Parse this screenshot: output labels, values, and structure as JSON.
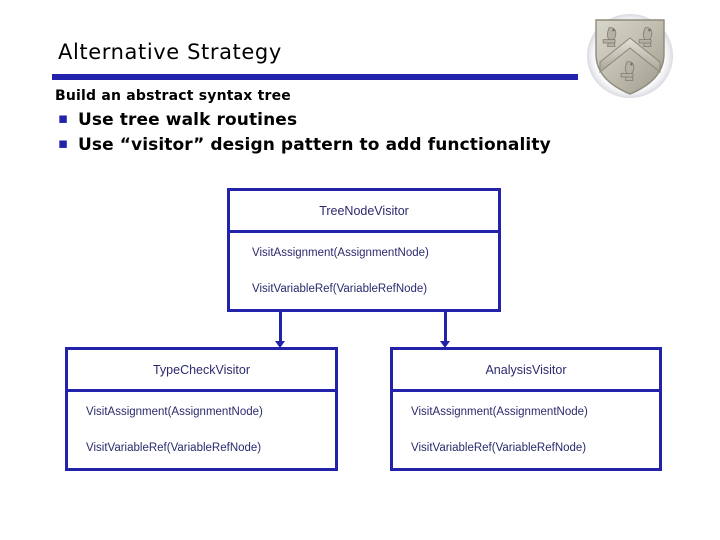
{
  "slide": {
    "title": "Alternative Strategy",
    "lead": "Build an abstract syntax tree",
    "bullets": [
      {
        "mark": "▪",
        "text": "Use tree walk routines"
      },
      {
        "mark": "▪",
        "text": "Use “visitor” design pattern to add functionality"
      }
    ],
    "accent_color": "#2222aa",
    "text_color": "#000000",
    "diagram_text_color": "#2a2a6e",
    "crest": {
      "name": "university-crest-icon",
      "description": "Stone shield with chevron and three owls"
    }
  },
  "diagram": {
    "type": "uml-class-diagram",
    "boxes": [
      {
        "id": "base",
        "title": "TreeNodeVisitor",
        "methods": [
          "VisitAssignment(AssignmentNode)",
          "VisitVariableRef(VariableRefNode)"
        ]
      },
      {
        "id": "left",
        "title": "TypeCheckVisitor",
        "methods": [
          "VisitAssignment(AssignmentNode)",
          "VisitVariableRef(VariableRefNode)"
        ]
      },
      {
        "id": "right",
        "title": "AnalysisVisitor",
        "methods": [
          "VisitAssignment(AssignmentNode)",
          "VisitVariableRef(VariableRefNode)"
        ]
      }
    ],
    "connectors": [
      {
        "from": "base",
        "to": "left",
        "style": "arrow-down"
      },
      {
        "from": "base",
        "to": "right",
        "style": "arrow-down"
      }
    ]
  }
}
